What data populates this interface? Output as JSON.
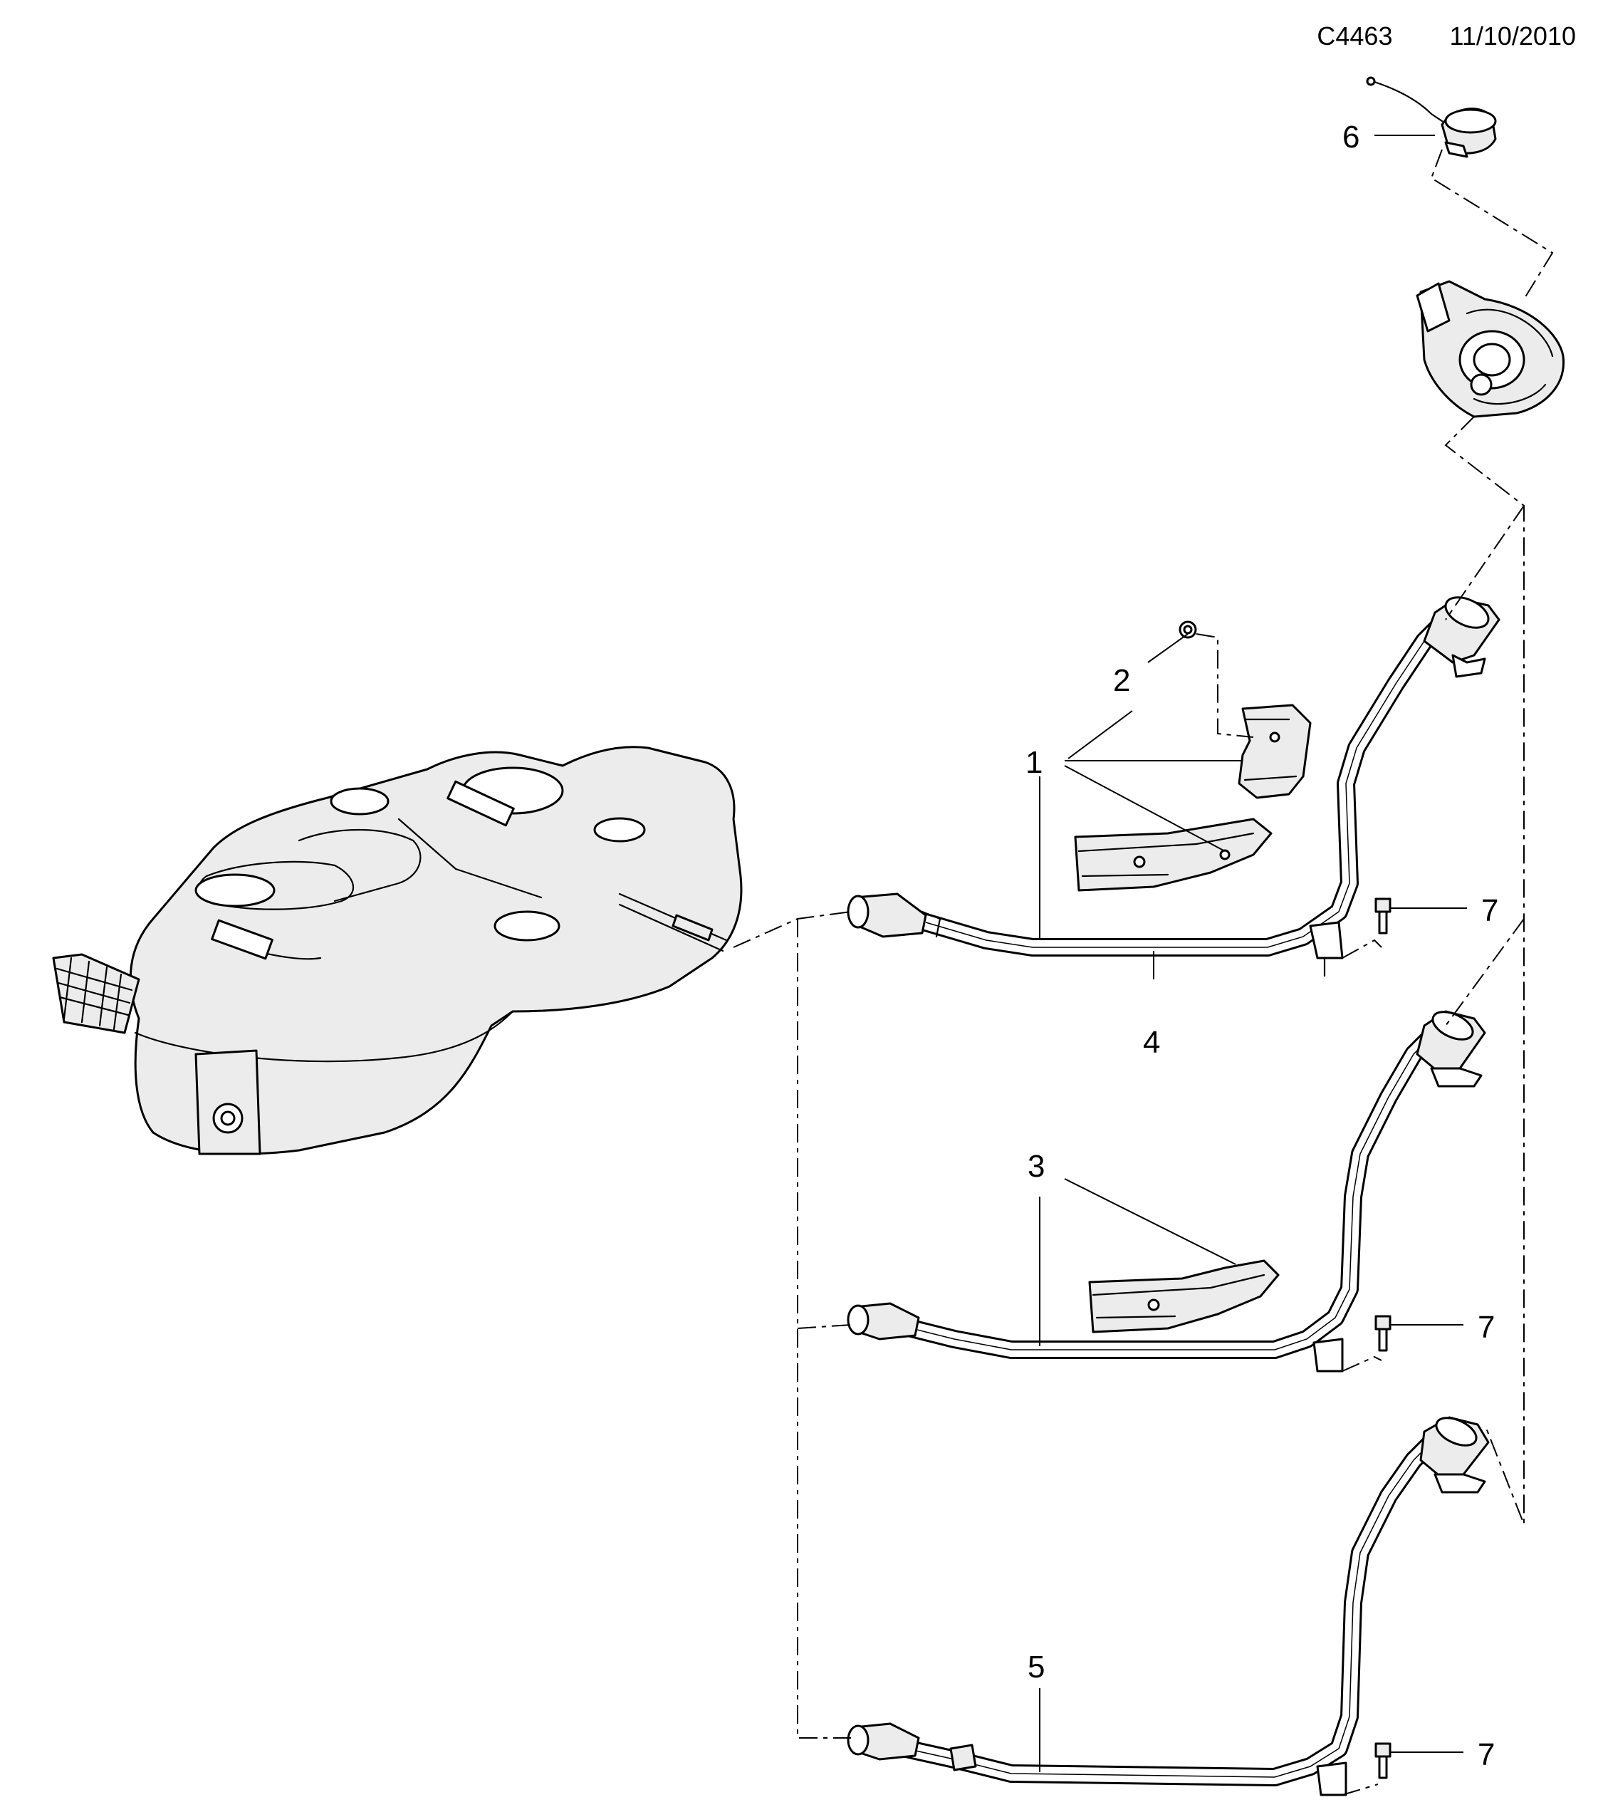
{
  "header": {
    "code": "C4463",
    "date": "11/10/2010"
  },
  "callouts": [
    "1",
    "2",
    "3",
    "4",
    "5",
    "6",
    "7",
    "7",
    "7"
  ]
}
